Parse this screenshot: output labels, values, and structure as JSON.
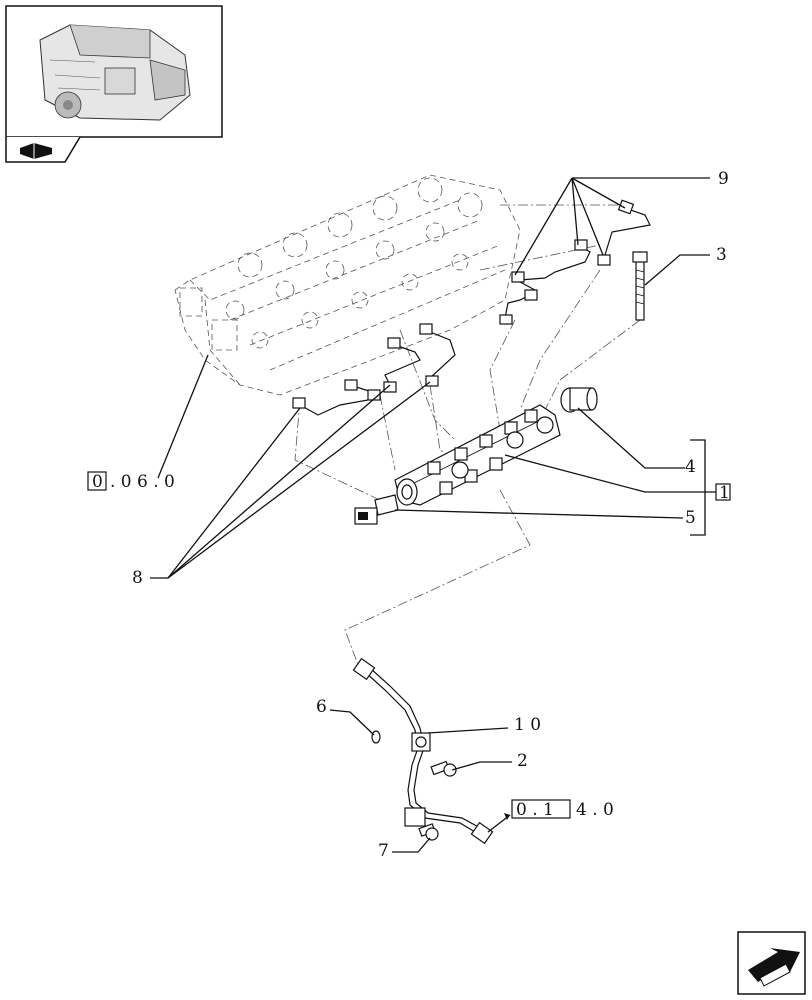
{
  "thumbnail": {
    "icon": "engine-thumbnail-icon",
    "nav_icon": "book-nav-icon"
  },
  "callouts": {
    "c1": "1",
    "c2": "2",
    "c3": "3",
    "c4": "4",
    "c5": "5",
    "c6": "6",
    "c7": "7",
    "c8": "8",
    "c9": "9",
    "c10": "1 0"
  },
  "references": {
    "ref_left": {
      "boxed": "0",
      "rest": ". 0 6 . 0"
    },
    "ref_bottom": {
      "boxed": "0 . 1",
      "rest": "4 . 0"
    }
  },
  "next_page_icon": "next-page-arrow-icon"
}
